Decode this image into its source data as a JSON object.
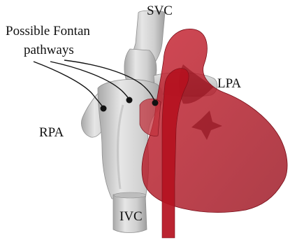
{
  "labels": {
    "svc": "SVC",
    "lpa": "LPA",
    "rpa": "RPA",
    "ivc": "IVC",
    "fontan_line1": "Possible Fontan",
    "fontan_line2": "pathways"
  },
  "colors": {
    "vessel_gray": "#d2d2d2",
    "vessel_gray_dark": "#9a9a9a",
    "heart_red": "#b11a26",
    "heart_red_dark": "#8c0f1a",
    "leader_line": "#111111",
    "background": "#ffffff"
  }
}
